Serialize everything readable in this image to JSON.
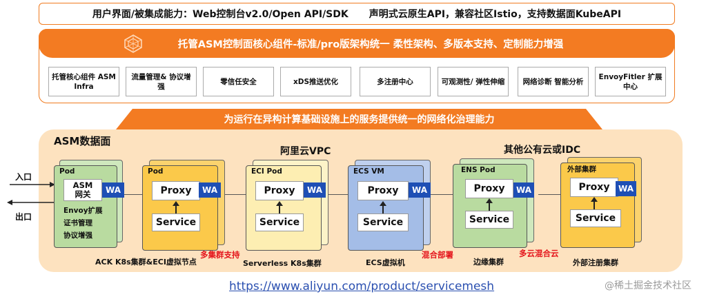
{
  "top_banner": {
    "left": "用户界面/被集成能力：Web控制台v2.0/Open API/SDK",
    "right": "声明式云原生API，兼容社区Istio，支持数据面KubeAPI"
  },
  "control_plane": {
    "header": "托管ASM控制面核心组件-标准/pro版架构统一 柔性架构、多版本支持、定制能力增强",
    "items": [
      "托管核心组件 ASM Infra",
      "流量管理& 协议增强",
      "零信任安全",
      "xDS推送优化",
      "多注册中心",
      "可观测性/ 弹性伸缩",
      "网络诊断 智能分析",
      "EnvoyFitler 扩展中心"
    ]
  },
  "trapezoid_banner": "为运行在异构计算基础设施上的服务提供统一的网络化治理能力",
  "data_plane": {
    "title": "ASM数据面",
    "region_aliyun": "阿里云VPC",
    "region_other": "其他公有云或IDC",
    "ingress": "入口",
    "egress": "出口",
    "gateway": {
      "pod": "Pod",
      "box": "ASM 网关",
      "wa": "WA",
      "features": [
        "Envoy扩展",
        "证书管理",
        "协议增强"
      ]
    },
    "pods": [
      {
        "label": "Pod",
        "proxy": "Proxy",
        "service": "Service",
        "wa": "WA"
      },
      {
        "label": "ECI Pod",
        "proxy": "Proxy",
        "service": "Service",
        "wa": "WA"
      },
      {
        "label": "ECS VM",
        "proxy": "Proxy",
        "service": "Service",
        "wa": "WA"
      },
      {
        "label": "ENS Pod",
        "proxy": "Proxy",
        "service": "Service",
        "wa": "WA"
      },
      {
        "label": "外部集群",
        "proxy": "Proxy",
        "service": "Service",
        "wa": "WA"
      }
    ],
    "cluster_labels": [
      "ACK K8s集群&ECI虚拟节点",
      "Serverless K8s集群",
      "ECS虚拟机",
      "边缘集群",
      "外部注册集群"
    ],
    "red_labels": [
      "多集群支持",
      "混合部署",
      "多云混合云"
    ]
  },
  "footer": {
    "url": "https://www.aliyun.com/product/servicemesh",
    "watermark": "@稀土掘金技术社区"
  },
  "colors": {
    "orange": "#f37b22",
    "green": "#b9dba0",
    "yellow": "#fbc94a",
    "lightyellow": "#fdeeb2",
    "blue": "#a4bde7",
    "wa_blue": "#1e4fb5",
    "red": "#e4141b"
  }
}
